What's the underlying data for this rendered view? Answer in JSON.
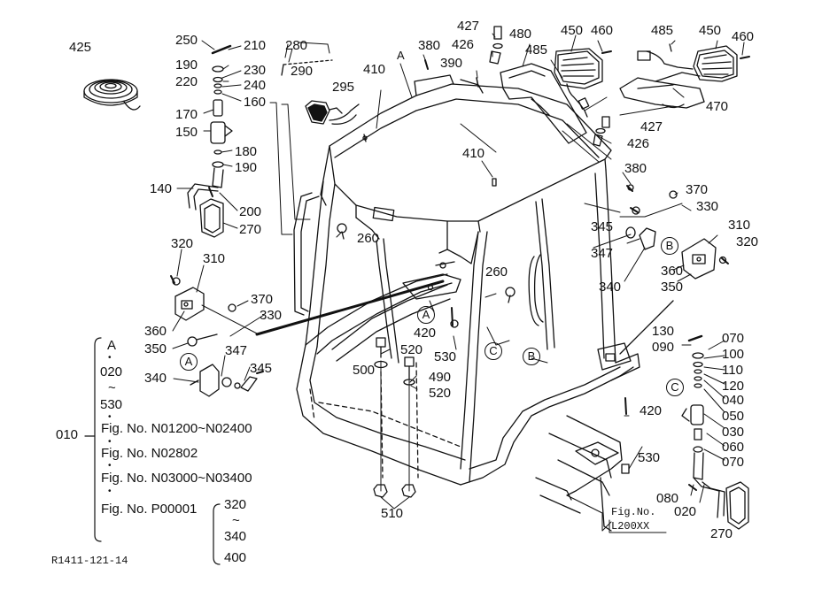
{
  "colors": {
    "ink": "#111111",
    "paper": "#ffffff"
  },
  "drawing_id": "R1411-121-14",
  "fig_box": {
    "line1": "Fig.No.",
    "line2": "L200XX"
  },
  "legend": {
    "ref_a": "A",
    "range_start": "020",
    "tilde": "~",
    "range_end": "530",
    "group_code": "010",
    "bullet": "•",
    "fig_1": "Fig. No. N01200~N02400",
    "fig_2": "Fig. No. N02802",
    "fig_3": "Fig. No. N03000~N03400",
    "fig_4": "Fig. No. P00001",
    "sub_start": "320",
    "sub_tilde": "~",
    "sub_mid": "340",
    "sub_end": "400"
  },
  "callouts": {
    "ref_a_top": "A",
    "ref_a_circle_1": "A",
    "ref_a_circle_2": "A",
    "ref_b_circle_1": "B",
    "ref_b_circle_2": "B",
    "ref_c_circle_1": "C",
    "ref_c_circle_2": "C"
  },
  "part_labels": [
    {
      "id": "p425",
      "text": "425"
    },
    {
      "id": "p250",
      "text": "250"
    },
    {
      "id": "p210",
      "text": "210"
    },
    {
      "id": "p190a",
      "text": "190"
    },
    {
      "id": "p230",
      "text": "230"
    },
    {
      "id": "p220",
      "text": "220"
    },
    {
      "id": "p240",
      "text": "240"
    },
    {
      "id": "p160",
      "text": "160"
    },
    {
      "id": "p170",
      "text": "170"
    },
    {
      "id": "p150",
      "text": "150"
    },
    {
      "id": "p180",
      "text": "180"
    },
    {
      "id": "p190b",
      "text": "190"
    },
    {
      "id": "p140",
      "text": "140"
    },
    {
      "id": "p200",
      "text": "200"
    },
    {
      "id": "p270a",
      "text": "270"
    },
    {
      "id": "p320a",
      "text": "320"
    },
    {
      "id": "p310a",
      "text": "310"
    },
    {
      "id": "p370a",
      "text": "370"
    },
    {
      "id": "p330a",
      "text": "330"
    },
    {
      "id": "p360a",
      "text": "360"
    },
    {
      "id": "p350a",
      "text": "350"
    },
    {
      "id": "p347a",
      "text": "347"
    },
    {
      "id": "p340a",
      "text": "340"
    },
    {
      "id": "p345a",
      "text": "345"
    },
    {
      "id": "p280",
      "text": "280"
    },
    {
      "id": "p290",
      "text": "290"
    },
    {
      "id": "p295",
      "text": "295"
    },
    {
      "id": "p410a",
      "text": "410"
    },
    {
      "id": "p260a",
      "text": "260"
    },
    {
      "id": "p427a",
      "text": "427"
    },
    {
      "id": "p426a",
      "text": "426"
    },
    {
      "id": "p380a",
      "text": "380"
    },
    {
      "id": "p390",
      "text": "390"
    },
    {
      "id": "p480",
      "text": "480"
    },
    {
      "id": "p450a",
      "text": "450"
    },
    {
      "id": "p460a",
      "text": "460"
    },
    {
      "id": "p485a",
      "text": "485"
    },
    {
      "id": "p485b",
      "text": "485"
    },
    {
      "id": "p450b",
      "text": "450"
    },
    {
      "id": "p460b",
      "text": "460"
    },
    {
      "id": "p470",
      "text": "470"
    },
    {
      "id": "p427b",
      "text": "427"
    },
    {
      "id": "p426b",
      "text": "426"
    },
    {
      "id": "p410b",
      "text": "410"
    },
    {
      "id": "p380b",
      "text": "380"
    },
    {
      "id": "p370b",
      "text": "370"
    },
    {
      "id": "p330b",
      "text": "330"
    },
    {
      "id": "p345b",
      "text": "345"
    },
    {
      "id": "p347b",
      "text": "347"
    },
    {
      "id": "p310b",
      "text": "310"
    },
    {
      "id": "p320b",
      "text": "320"
    },
    {
      "id": "p360b",
      "text": "360"
    },
    {
      "id": "p340b",
      "text": "340"
    },
    {
      "id": "p350b",
      "text": "350"
    },
    {
      "id": "p260b",
      "text": "260"
    },
    {
      "id": "p420a",
      "text": "420"
    },
    {
      "id": "p530a",
      "text": "530"
    },
    {
      "id": "p500",
      "text": "500"
    },
    {
      "id": "p520a",
      "text": "520"
    },
    {
      "id": "p490",
      "text": "490"
    },
    {
      "id": "p520b",
      "text": "520"
    },
    {
      "id": "p510",
      "text": "510"
    },
    {
      "id": "p420b",
      "text": "420"
    },
    {
      "id": "p530b",
      "text": "530"
    },
    {
      "id": "p130",
      "text": "130"
    },
    {
      "id": "p090",
      "text": "090"
    },
    {
      "id": "p070a",
      "text": "070"
    },
    {
      "id": "p100",
      "text": "100"
    },
    {
      "id": "p110",
      "text": "110"
    },
    {
      "id": "p120",
      "text": "120"
    },
    {
      "id": "p040",
      "text": "040"
    },
    {
      "id": "p050",
      "text": "050"
    },
    {
      "id": "p030",
      "text": "030"
    },
    {
      "id": "p060",
      "text": "060"
    },
    {
      "id": "p070b",
      "text": "070"
    },
    {
      "id": "p080",
      "text": "080"
    },
    {
      "id": "p020",
      "text": "020"
    },
    {
      "id": "p270b",
      "text": "270"
    }
  ]
}
